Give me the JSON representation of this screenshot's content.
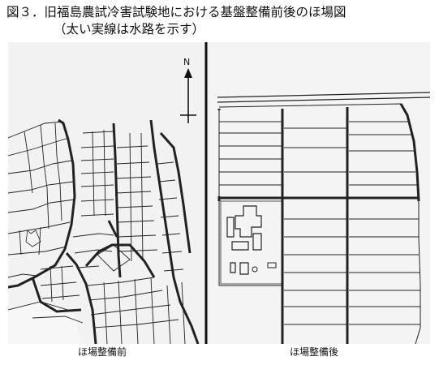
{
  "figure": {
    "title": "図３．旧福島農試冷害試験地における基盤整備前後のほ場図",
    "subtitle": "（太い実線は水路を示す）",
    "north_label": "N",
    "caption_before": "ほ場整備前",
    "caption_after": "ほ場整備後"
  },
  "colors": {
    "ink": "#111111",
    "paper": "#ffffff",
    "map_background": "#f2f2f2"
  }
}
